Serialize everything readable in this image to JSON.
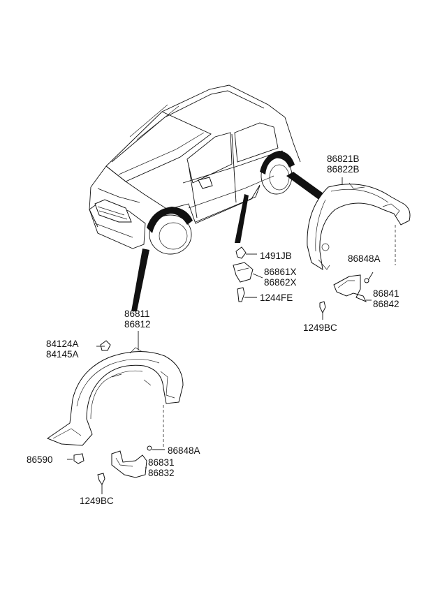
{
  "labels": {
    "rear_liner_1": "86821B",
    "rear_liner_2": "86822B",
    "clip_1491": "1491JB",
    "bracket_1": "86861X",
    "bracket_2": "86862X",
    "bolt_1244": "1244FE",
    "rear_nut": "86848A",
    "rear_flap_1": "86841",
    "rear_flap_2": "86842",
    "rear_screw": "1249BC",
    "front_liner_1": "86811",
    "front_liner_2": "86812",
    "front_clip_1": "84124A",
    "front_clip_2": "84145A",
    "front_nut": "86848A",
    "front_flap_1": "86831",
    "front_flap_2": "86832",
    "front_screw": "1249BC",
    "front_plug": "86590"
  }
}
